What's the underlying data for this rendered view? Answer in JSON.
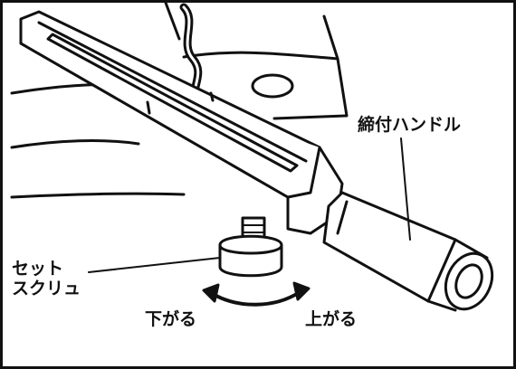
{
  "labels": {
    "handle": "締付ハンドル",
    "set_screw_line1": "セット",
    "set_screw_line2": "スクリュ",
    "lower": "下がる",
    "raise": "上がる"
  },
  "colors": {
    "ink": "#111111",
    "paper": "#ffffff"
  }
}
